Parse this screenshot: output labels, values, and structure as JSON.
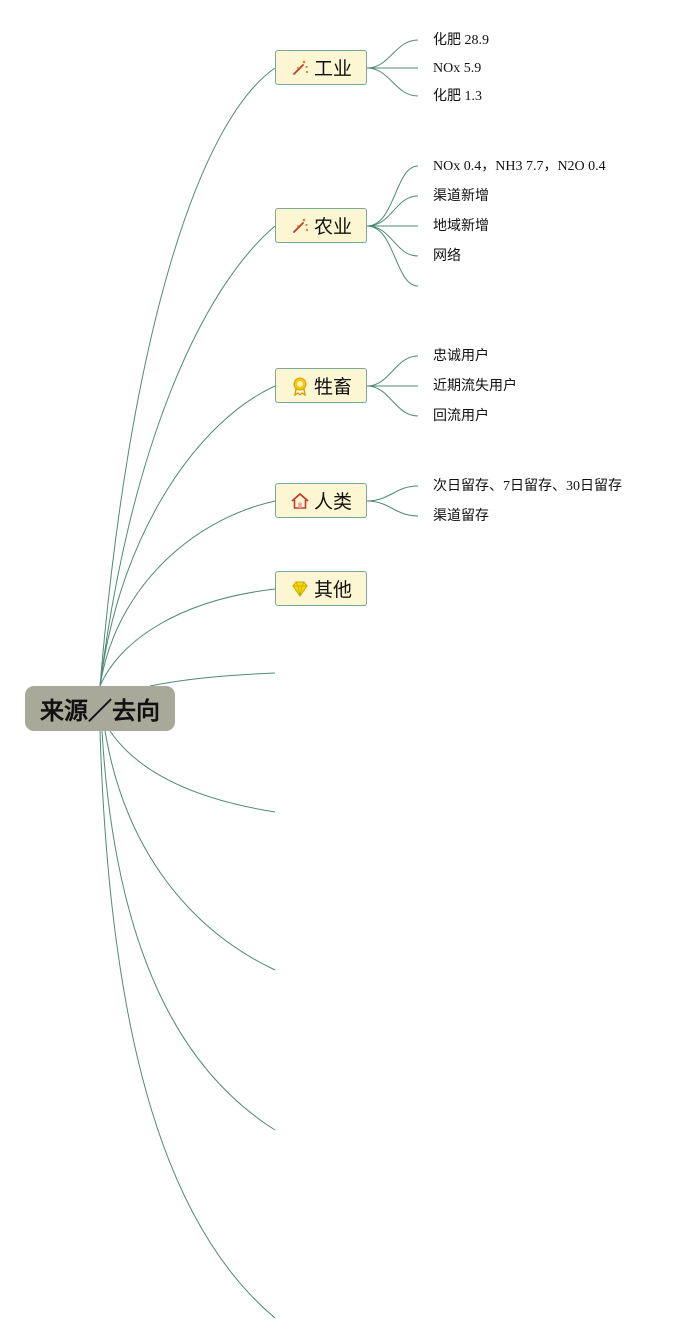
{
  "root": {
    "label": "来源／去向"
  },
  "branches": [
    {
      "label": "工业",
      "icon": "sparkle-icon",
      "leaves": [
        "化肥 28.9",
        "NOx 5.9",
        "化肥 1.3"
      ]
    },
    {
      "label": "农业",
      "icon": "sparkle-icon",
      "leaves": [
        "NOx 0.4，NH3 7.7，N2O 0.4",
        "渠道新增",
        "地域新增",
        "网络"
      ]
    },
    {
      "label": "牲畜",
      "icon": "medal-icon",
      "leaves": [
        "忠诚用户",
        "近期流失用户",
        "回流用户"
      ]
    },
    {
      "label": "人类",
      "icon": "house-icon",
      "leaves": [
        "次日留存、7日留存、30日留存",
        "渠道留存"
      ]
    },
    {
      "label": "其他",
      "icon": "diamond-icon",
      "leaves": []
    }
  ],
  "colors": {
    "edge": "#4f8a78",
    "branch_fill": "#fdf6d2",
    "branch_border": "#7aa89a",
    "root_fill": "#a9a99a"
  }
}
